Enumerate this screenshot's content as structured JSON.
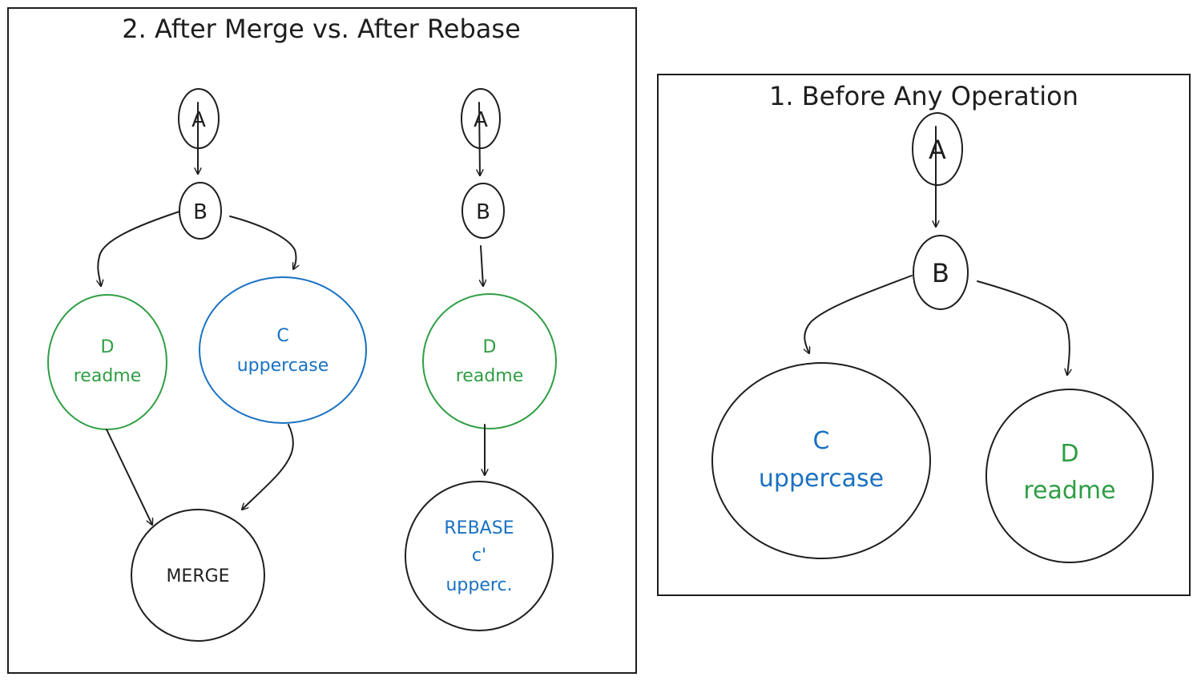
{
  "colors": {
    "ink": "#1e1e1e",
    "green": "#2f9e44",
    "blue": "#1971c2"
  },
  "panel_left": {
    "title": "2. After Merge vs. After Rebase",
    "merge_side": {
      "a": "A",
      "b": "B",
      "d": {
        "line1": "D",
        "line2": "readme"
      },
      "c": {
        "line1": "C",
        "line2": "uppercase"
      },
      "merge": "MERGE"
    },
    "rebase_side": {
      "a": "A",
      "b": "B",
      "d": {
        "line1": "D",
        "line2": "readme"
      },
      "rebase": {
        "line1": "REBASE",
        "line2": "c'",
        "line3": "upperc."
      }
    }
  },
  "panel_right": {
    "title": "1. Before Any Operation",
    "a": "A",
    "b": "B",
    "c": {
      "line1": "C",
      "line2": "uppercase"
    },
    "d": {
      "line1": "D",
      "line2": "readme"
    }
  }
}
